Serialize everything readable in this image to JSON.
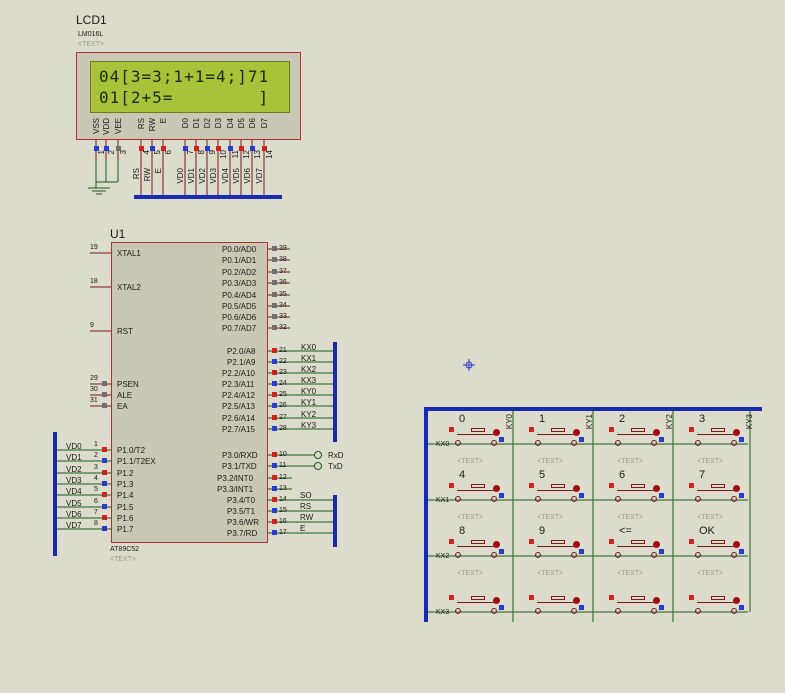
{
  "lcd": {
    "ref": "LCD1",
    "part": "LM016L",
    "text_tag": "<TEXT>",
    "line1": "04[3=3;1+1=4;]71",
    "line2": "01[2+5=        ]",
    "pins": [
      {
        "num": "1",
        "name": "VSS"
      },
      {
        "num": "2",
        "name": "VDD"
      },
      {
        "num": "3",
        "name": "VEE"
      },
      {
        "num": "4",
        "name": "RS"
      },
      {
        "num": "5",
        "name": "RW"
      },
      {
        "num": "6",
        "name": "E"
      },
      {
        "num": "7",
        "name": "D0"
      },
      {
        "num": "8",
        "name": "D1"
      },
      {
        "num": "9",
        "name": "D2"
      },
      {
        "num": "10",
        "name": "D3"
      },
      {
        "num": "11",
        "name": "D4"
      },
      {
        "num": "12",
        "name": "D5"
      },
      {
        "num": "13",
        "name": "D6"
      },
      {
        "num": "14",
        "name": "D7"
      }
    ],
    "net_labels": [
      "RS",
      "RW",
      "E",
      "VD0",
      "VD1",
      "VD2",
      "VD3",
      "VD4",
      "VD5",
      "VD6",
      "VD7"
    ]
  },
  "mcu": {
    "ref": "U1",
    "part": "AT89C52",
    "text_tag": "<TEXT>",
    "left_pins": [
      {
        "num": "19",
        "name": "XTAL1"
      },
      {
        "num": "18",
        "name": "XTAL2"
      },
      {
        "num": "9",
        "name": "RST"
      },
      {
        "num": "29",
        "name": "PSEN"
      },
      {
        "num": "30",
        "name": "ALE"
      },
      {
        "num": "31",
        "name": "EA"
      },
      {
        "num": "1",
        "name": "P1.0/T2"
      },
      {
        "num": "2",
        "name": "P1.1/T2EX"
      },
      {
        "num": "3",
        "name": "P1.2"
      },
      {
        "num": "4",
        "name": "P1.3"
      },
      {
        "num": "5",
        "name": "P1.4"
      },
      {
        "num": "6",
        "name": "P1.5"
      },
      {
        "num": "7",
        "name": "P1.6"
      },
      {
        "num": "8",
        "name": "P1.7"
      }
    ],
    "right_pins": [
      {
        "num": "39",
        "name": "P0.0/AD0"
      },
      {
        "num": "38",
        "name": "P0.1/AD1"
      },
      {
        "num": "37",
        "name": "P0.2/AD2"
      },
      {
        "num": "36",
        "name": "P0.3/AD3"
      },
      {
        "num": "35",
        "name": "P0.4/AD4"
      },
      {
        "num": "34",
        "name": "P0.5/AD5"
      },
      {
        "num": "33",
        "name": "P0.6/AD6"
      },
      {
        "num": "32",
        "name": "P0.7/AD7"
      },
      {
        "num": "21",
        "name": "P2.0/A8"
      },
      {
        "num": "22",
        "name": "P2.1/A9"
      },
      {
        "num": "23",
        "name": "P2.2/A10"
      },
      {
        "num": "24",
        "name": "P2.3/A11"
      },
      {
        "num": "25",
        "name": "P2.4/A12"
      },
      {
        "num": "26",
        "name": "P2.5/A13"
      },
      {
        "num": "27",
        "name": "P2.6/A14"
      },
      {
        "num": "28",
        "name": "P2.7/A15"
      },
      {
        "num": "10",
        "name": "P3.0/RXD"
      },
      {
        "num": "11",
        "name": "P3.1/TXD"
      },
      {
        "num": "12",
        "name": "P3.2/INT0"
      },
      {
        "num": "13",
        "name": "P3.3/INT1"
      },
      {
        "num": "14",
        "name": "P3.4/T0"
      },
      {
        "num": "15",
        "name": "P3.5/T1"
      },
      {
        "num": "16",
        "name": "P3.6/WR"
      },
      {
        "num": "17",
        "name": "P3.7/RD"
      }
    ],
    "p2_nets": [
      "KX0",
      "KX1",
      "KX2",
      "KX3",
      "KY0",
      "KY1",
      "KY2",
      "KY3"
    ],
    "p3_nets": [
      "RxD",
      "TxD",
      "",
      "",
      "SO",
      "RS",
      "RW",
      "E"
    ],
    "p1_nets": [
      "VD0",
      "VD1",
      "VD2",
      "VD3",
      "VD4",
      "VD5",
      "VD6",
      "VD7"
    ]
  },
  "keypad": {
    "keys": [
      "0",
      "1",
      "2",
      "3",
      "4",
      "5",
      "6",
      "7",
      "8",
      "9",
      "<=",
      "OK",
      "",
      "",
      "",
      ""
    ],
    "text_tag": "<TEXT>",
    "row_nets": [
      "KX0",
      "KX1",
      "KX2",
      "KX3"
    ],
    "col_nets": [
      "KY0",
      "KY1",
      "KY2",
      "KY3"
    ]
  }
}
